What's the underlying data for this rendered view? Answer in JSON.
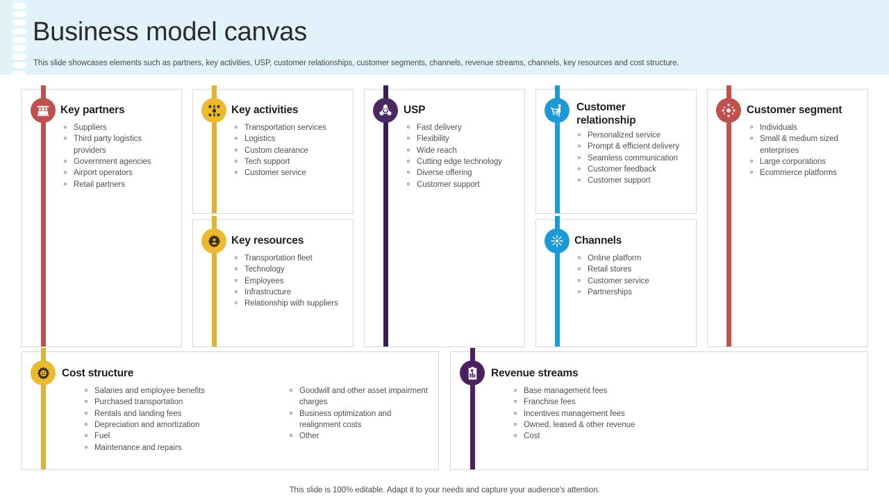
{
  "header": {
    "title": "Business model canvas",
    "subtitle": "This slide showcases elements such as partners, key activities, USP, customer relationships, customer segments, channels, revenue streams, channels, key resources and cost structure.",
    "background_color": "#e1f2fb",
    "punch_hole_count": 9
  },
  "colors": {
    "red": "#c0504d",
    "gold": "#ddb13a",
    "purple_dark": "#3b1f52",
    "blue": "#1b9ad6",
    "purple": "#4c2060",
    "card_border": "#d7d7d7",
    "text_body": "#4f4f4f",
    "text_title": "#1f1f1f"
  },
  "blocks": [
    {
      "id": "key-partners",
      "title": "Key partners",
      "icon": "partners-group-icon",
      "accent": "#c0504d",
      "badge_bg": "#c0504d",
      "items": [
        "Suppliers",
        "Third party logistics providers",
        "Government agencies",
        "Airport operators",
        "Retail partners"
      ]
    },
    {
      "id": "key-activities",
      "title": "Key activities",
      "icon": "network-nodes-icon",
      "accent": "#ddb13a",
      "badge_bg": "#edb92e",
      "items": [
        "Transportation services",
        "Logistics",
        "Custom clearance",
        "Tech support",
        "Customer service"
      ]
    },
    {
      "id": "key-resources",
      "title": "Key resources",
      "icon": "gear-people-icon",
      "accent": "#ddb13a",
      "badge_bg": "#edb92e",
      "items": [
        "Transportation fleet",
        "Technology",
        "Employees",
        "Infrastructure",
        "Relationship with suppliers"
      ]
    },
    {
      "id": "usp",
      "title": "USP",
      "icon": "usp-diagram-icon",
      "accent": "#3b1f52",
      "badge_bg": "#4b2a63",
      "items": [
        "Fast delivery",
        "Flexibility",
        "Wide reach",
        "Cutting edge technology",
        "Diverse offering",
        "Customer support"
      ]
    },
    {
      "id": "customer-relationship",
      "title": "Customer relationship",
      "icon": "shopping-cart-person-icon",
      "accent": "#1b9ad6",
      "badge_bg": "#1b9ad6",
      "items": [
        "Personalized service",
        "Prompt & efficient delivery",
        "Seamless communication",
        "Customer feedback",
        "Customer support"
      ]
    },
    {
      "id": "channels",
      "title": "Channels",
      "icon": "hub-spoke-icon",
      "accent": "#1b9ad6",
      "badge_bg": "#1b9ad6",
      "items": [
        "Online platform",
        "Retail stores",
        "Customer service",
        "Partnerships"
      ]
    },
    {
      "id": "customer-segment",
      "title": "Customer segment",
      "icon": "segment-target-icon",
      "accent": "#c0504d",
      "badge_bg": "#c0504d",
      "items": [
        "Individuals",
        "Small & medium sized enterprises",
        "Large corporations",
        "Ecommerce platforms"
      ]
    },
    {
      "id": "cost-structure",
      "title": "Cost structure",
      "icon": "cost-gear-icon",
      "accent": "#ddb13a",
      "badge_bg": "#edb92e",
      "items": [
        "Salaries and employee benefits",
        "Purchased transportation",
        "Rentals and landing fees",
        "Depreciation and amortization",
        "Fuel",
        "Maintenance and repairs"
      ],
      "items_col2": [
        "Goodwill and other asset impairment charges",
        "Business optimization and realignment costs",
        "Other"
      ]
    },
    {
      "id": "revenue-streams",
      "title": "Revenue streams",
      "icon": "clipboard-chart-icon",
      "accent": "#4c2060",
      "badge_bg": "#4c2060",
      "items": [
        "Base management fees",
        "Franchise fees",
        "Incentives management fees",
        "Owned, leased & other revenue",
        "Cost"
      ]
    }
  ],
  "footer": {
    "note": "This slide is 100% editable. Adapt it to your needs and capture your audience's attention."
  }
}
